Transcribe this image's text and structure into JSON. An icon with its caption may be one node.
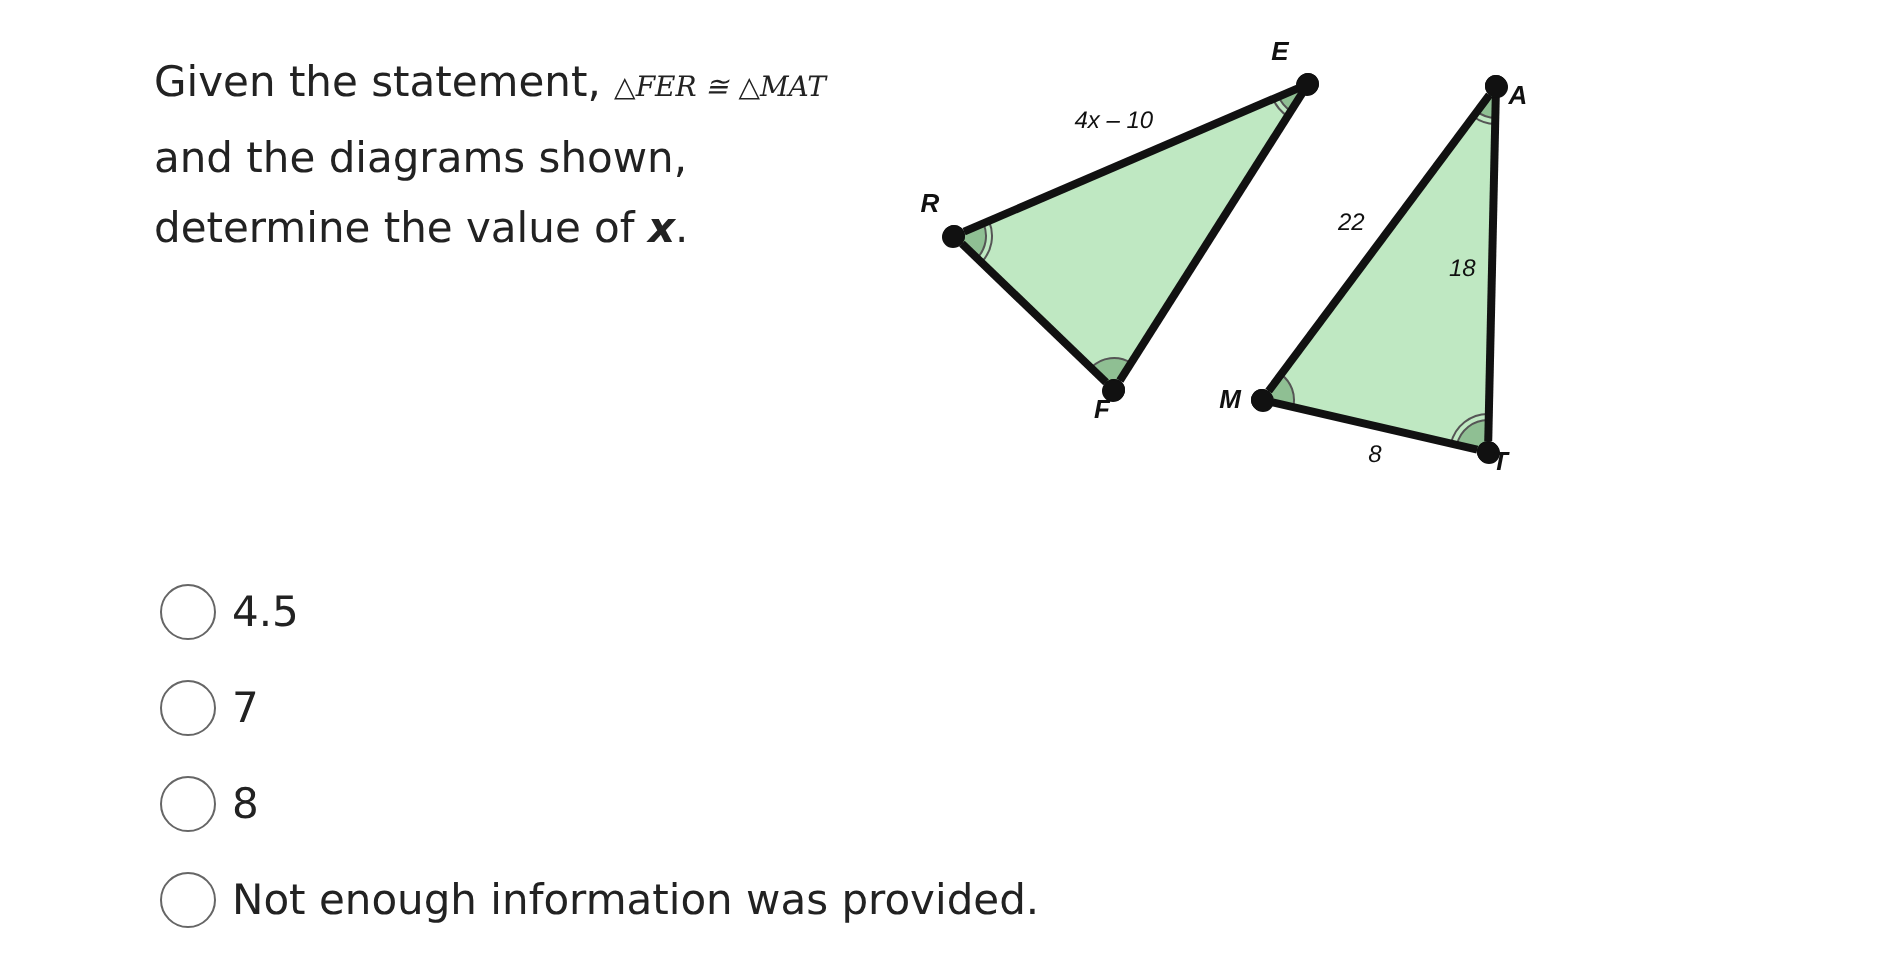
{
  "diagram": {
    "title": "Given the statement, *△FER ≅ △MAT* and the diagrams shown, determine the value of **x**.",
    "nodes": [
      {
        "text": [
          "E"
        ]
      },
      {
        "text": [
          "R"
        ]
      },
      {
        "text": [
          "F"
        ]
      },
      {
        "text": [
          "A"
        ]
      },
      {
        "text": [
          "M"
        ]
      },
      {
        "text": [
          "T"
        ]
      }
    ],
    "edges": [
      {
        "from": 1,
        "to": 0,
        "arrow": "other",
        "label": "4x – 10"
      },
      {
        "from": 0,
        "to": 2,
        "arrow": "other"
      },
      {
        "from": 1,
        "to": 2,
        "arrow": "other"
      },
      {
        "from": 4,
        "to": 3,
        "arrow": "other",
        "label": "22"
      },
      {
        "from": 3,
        "to": 5,
        "arrow": "other",
        "label": "18"
      },
      {
        "from": 4,
        "to": 5,
        "arrow": "other",
        "label": "8"
      }
    ],
    "labels": [
      "4.5",
      "7",
      "8",
      "Not enough information was provided."
    ]
  }
}
